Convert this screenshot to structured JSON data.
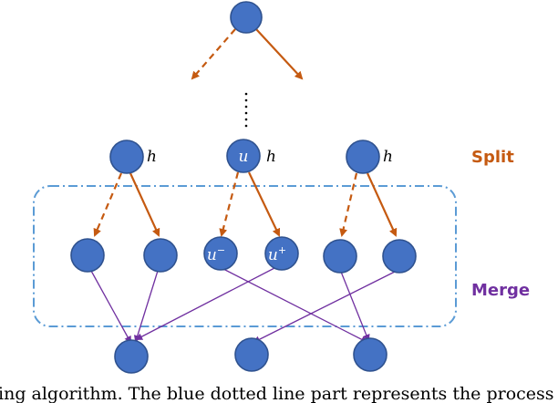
{
  "labels": {
    "split": "Split",
    "merge": "Merge",
    "h": "h",
    "u": "u",
    "u_minus_base": "u",
    "u_minus_sup": "−",
    "u_plus_base": "u",
    "u_plus_sup": "+"
  },
  "caption": "ing algorithm. The blue dotted line part represents the process",
  "colors": {
    "node_fill": "#4472c4",
    "split_arrow": "#c55a11",
    "merge_arrow": "#7030a0",
    "merge_box": "#5b9bd5"
  }
}
